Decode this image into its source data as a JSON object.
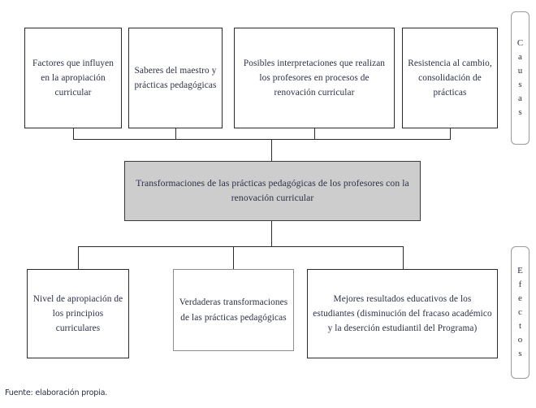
{
  "figure": {
    "caption": "Fuente: elaboración propia.",
    "colors": {
      "box_border": "#2a2a2a",
      "soft_border": "#8c8c8c",
      "text": "#2b2f45",
      "highlight_fill": "#cdcdcd",
      "background": "#ffffff"
    }
  },
  "causes": {
    "label_letters": [
      "C",
      "a",
      "u",
      "s",
      "a",
      "s"
    ],
    "label_text": "Causas",
    "boxes": [
      {
        "text": "Factores que influyen en la apropiación curricular"
      },
      {
        "text": "Saberes del maestro y prácticas pedagógicas"
      },
      {
        "text": "Posibles interpretaciones que realizan los profesores en procesos de renovación curricular"
      },
      {
        "text": "Resistencia al cambio, consolidación de prácticas"
      }
    ]
  },
  "center": {
    "text": "Transformaciones de las prácticas pedagógicas de los profesores con la renovación curricular"
  },
  "effects": {
    "label_letters": [
      "E",
      "f",
      "e",
      "c",
      "t",
      "o",
      "s"
    ],
    "label_text": "Efectos",
    "boxes": [
      {
        "text": "Nivel de apropiación de los principios curriculares"
      },
      {
        "text": "Verdaderas transformaciones de las prácticas pedagógicas"
      },
      {
        "text": "Mejores resultados educativos de los estudiantes (disminución del fracaso académico y la deserción estudiantil del Programa)"
      }
    ]
  }
}
